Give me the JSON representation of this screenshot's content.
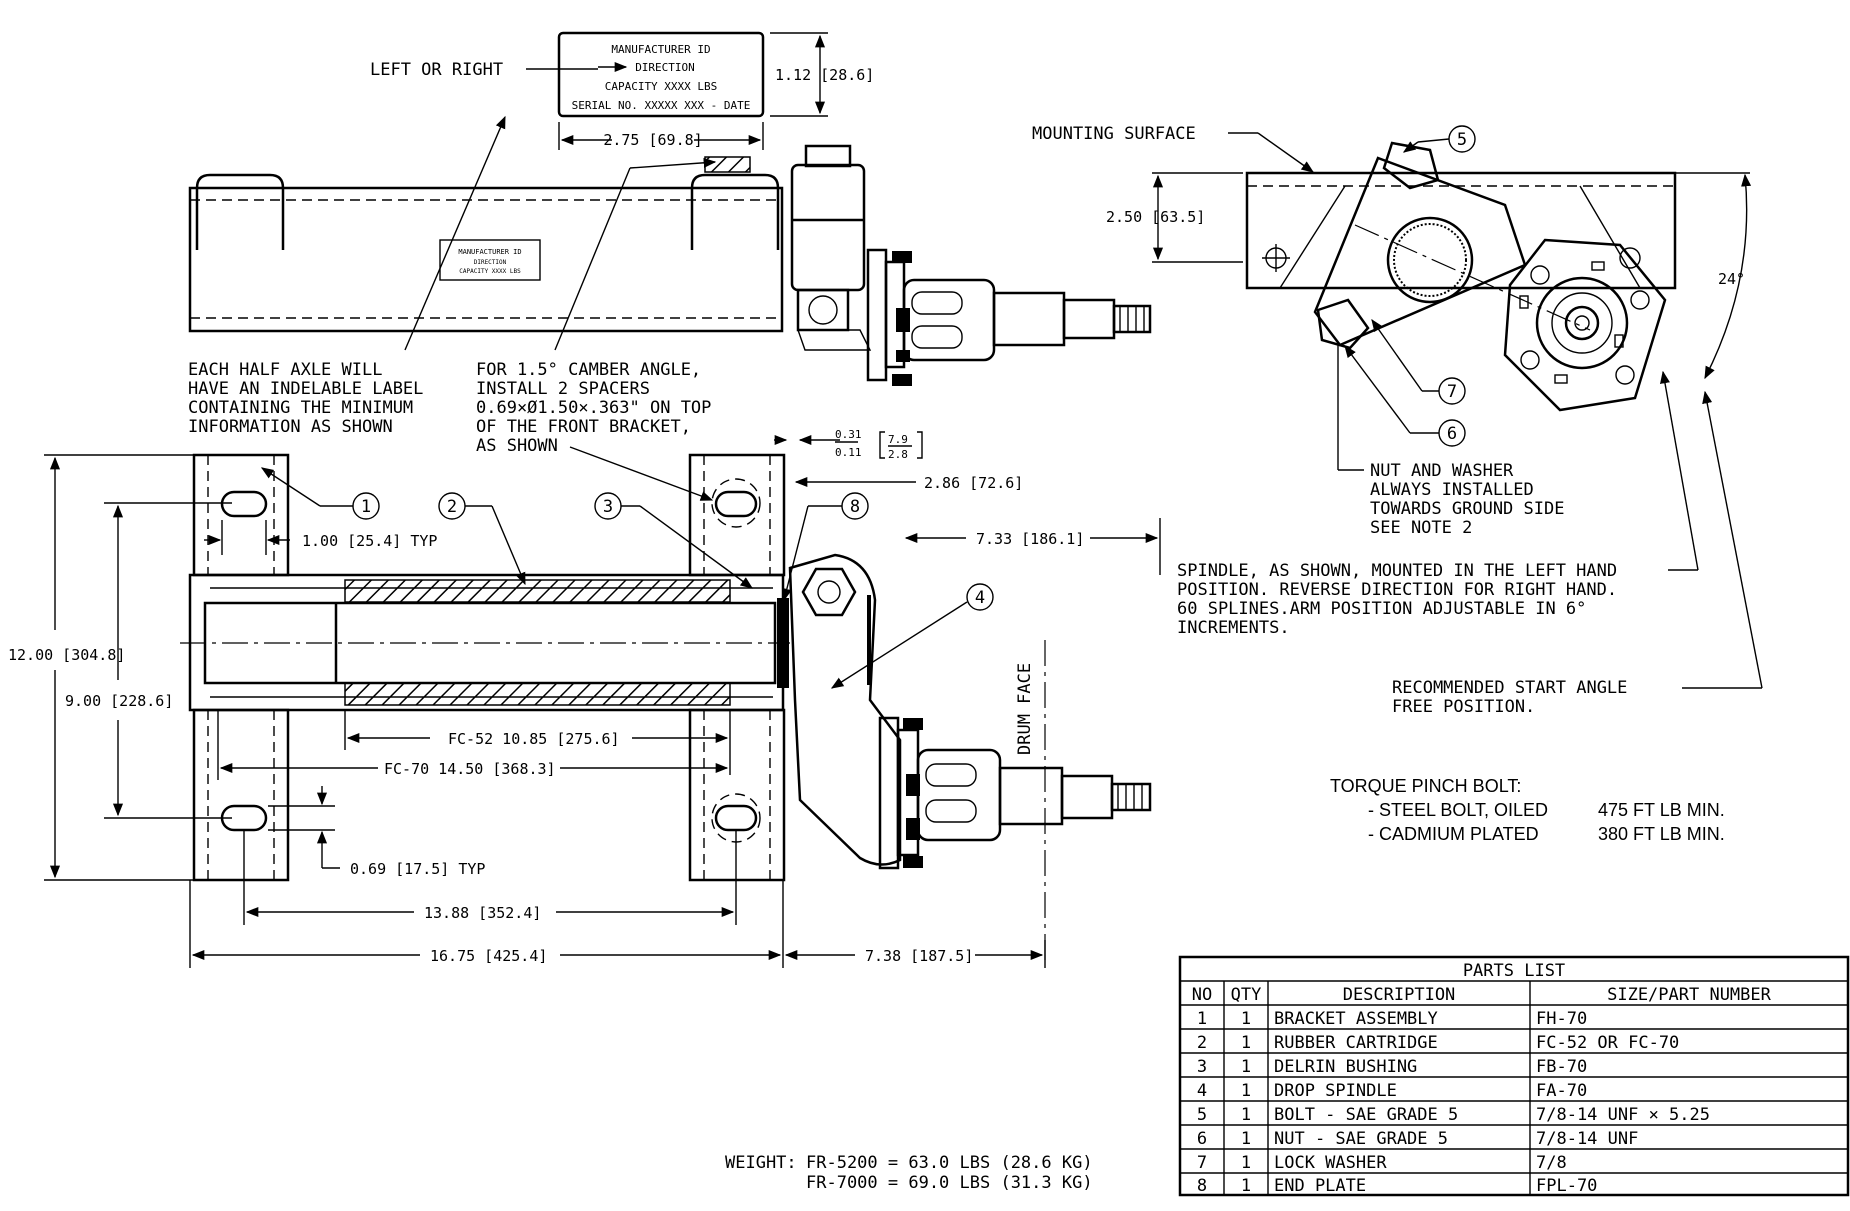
{
  "label_box": {
    "line1": "MANUFACTURER ID",
    "line2": "DIRECTION",
    "line3": "CAPACITY XXXX LBS",
    "line4": "SERIAL NO. XXXXX XXX - DATE"
  },
  "callouts": {
    "left_or_right": "LEFT OR RIGHT",
    "mounting_surface": "MOUNTING SURFACE",
    "drum_face": "DRUM FACE",
    "each_half_axle": [
      "EACH HALF AXLE WILL",
      "HAVE AN INDELABLE LABEL",
      "CONTAINING THE MINIMUM",
      "INFORMATION AS SHOWN"
    ],
    "camber": [
      "FOR 1.5° CAMBER ANGLE,",
      "INSTALL 2 SPACERS",
      "0.69×Ø1.50×.363\" ON TOP",
      "OF THE FRONT BRACKET,",
      "AS SHOWN"
    ],
    "nut_washer": [
      "NUT AND WASHER",
      "ALWAYS INSTALLED",
      "TOWARDS GROUND SIDE",
      "SEE NOTE 2"
    ],
    "spindle": [
      "SPINDLE, AS SHOWN, MOUNTED IN THE LEFT HAND",
      "POSITION. REVERSE DIRECTION FOR RIGHT HAND.",
      "60 SPLINES.ARM POSITION ADJUSTABLE IN 6°",
      "INCREMENTS."
    ],
    "start_angle": [
      "RECOMMENDED START ANGLE",
      "FREE POSITION."
    ]
  },
  "dimensions": {
    "label_height": "1.12 [28.6]",
    "label_width": "2.75 [69.8]",
    "side_height": "2.50 [63.5]",
    "angle": "24°",
    "spacer_top": "0.31",
    "spacer_bottom": "0.11",
    "spacer_mm_top": "7.9",
    "spacer_mm_bottom": "2.8",
    "bracket_offset": "2.86 [72.6]",
    "spindle_offset": "7.33 [186.1]",
    "slot_width": "1.00 [25.4] TYP",
    "overall_height": "12.00 [304.8]",
    "hole_spacing": "9.00 [228.6]",
    "fc52": "FC-52  10.85 [275.6]",
    "fc70": "FC-70  14.50 [368.3]",
    "slot_height": "0.69 [17.5] TYP",
    "hole_centers": "13.88 [352.4]",
    "overall_length": "16.75 [425.4]",
    "drum_offset": "7.38 [187.5]"
  },
  "balloons": [
    "1",
    "2",
    "3",
    "4",
    "5",
    "6",
    "7",
    "8"
  ],
  "torque": {
    "title": "TORQUE PINCH BOLT:",
    "rows": [
      {
        "label": "- STEEL BOLT, OILED",
        "value": "475 FT LB MIN."
      },
      {
        "label": "- CADMIUM PLATED",
        "value": "380 FT LB MIN."
      }
    ]
  },
  "weight": {
    "prefix": "WEIGHT:",
    "line1": "FR-5200 = 63.0 LBS (28.6 KG)",
    "line2": "FR-7000 = 69.0 LBS (31.3 KG)"
  },
  "parts_list": {
    "title": "PARTS  LIST",
    "headers": [
      "NO",
      "QTY",
      "DESCRIPTION",
      "SIZE/PART NUMBER"
    ],
    "rows": [
      [
        "1",
        "1",
        "BRACKET ASSEMBLY",
        "FH-70"
      ],
      [
        "2",
        "1",
        "RUBBER CARTRIDGE",
        "FC-52 OR FC-70"
      ],
      [
        "3",
        "1",
        "DELRIN BUSHING",
        "FB-70"
      ],
      [
        "4",
        "1",
        "DROP SPINDLE",
        "FA-70"
      ],
      [
        "5",
        "1",
        "BOLT - SAE GRADE 5",
        "7/8-14 UNF × 5.25"
      ],
      [
        "6",
        "1",
        "NUT - SAE GRADE 5",
        "7/8-14 UNF"
      ],
      [
        "7",
        "1",
        "LOCK WASHER",
        "7/8"
      ],
      [
        "8",
        "1",
        "END PLATE",
        "FPL-70"
      ]
    ]
  }
}
